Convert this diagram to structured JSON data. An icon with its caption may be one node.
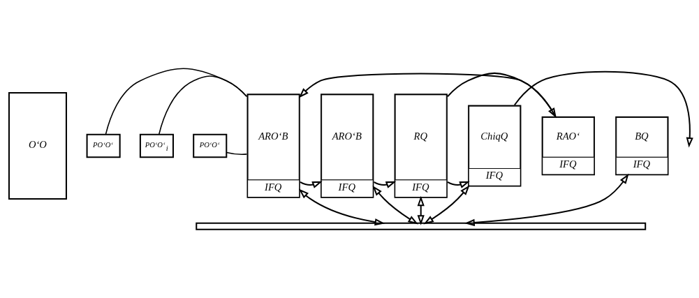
{
  "diagram": {
    "nodes": [
      {
        "text": [
          "O‘O"
        ]
      },
      {
        "text": [
          "PO‘O‘"
        ]
      },
      {
        "text": [
          "PO‘O‘$_{i}$"
        ]
      },
      {
        "text": [
          "PO‘O‘"
        ]
      },
      {
        "text": [
          "ARO‘B",
          "IFQ"
        ]
      },
      {
        "text": [
          "ARO‘B",
          "IFQ"
        ]
      },
      {
        "text": [
          "RQ",
          "IFQ"
        ]
      },
      {
        "text": [
          "ChiqQ",
          "IFQ"
        ]
      },
      {
        "text": [
          "RAO‘",
          "IFQ"
        ]
      },
      {
        "text": [
          "BQ",
          "IFQ"
        ]
      },
      {
        "text": [],
        "shape": "bar"
      }
    ],
    "edges": [
      {
        "from": 1,
        "to": 4,
        "arrow": "none"
      },
      {
        "from": 2,
        "to": 4,
        "arrow": "none"
      },
      {
        "from": 3,
        "to": 4,
        "arrow": "none"
      },
      {
        "from": 4,
        "to": 5,
        "arrow": "to"
      },
      {
        "from": 5,
        "to": 6,
        "arrow": "to"
      },
      {
        "from": 6,
        "to": 8,
        "arrow": "to"
      },
      {
        "from": 6,
        "to": 7,
        "arrow": "to"
      },
      {
        "from": 7,
        "to": null,
        "arrow": "to"
      },
      {
        "from": 8,
        "to": 4,
        "arrow": "to"
      },
      {
        "from": 4,
        "to": 10,
        "arrow": "both"
      },
      {
        "from": 5,
        "to": 10,
        "arrow": "both"
      },
      {
        "from": 6,
        "to": 10,
        "arrow": "both"
      },
      {
        "from": 7,
        "to": 10,
        "arrow": "both"
      },
      {
        "from": 9,
        "to": 10,
        "arrow": "both"
      }
    ]
  }
}
